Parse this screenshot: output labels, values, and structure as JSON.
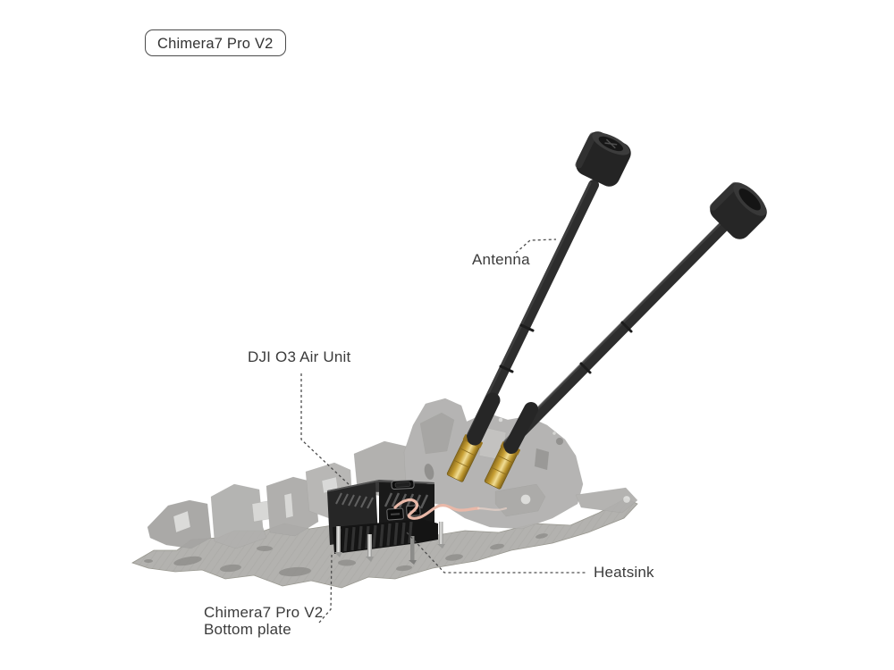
{
  "product": {
    "badge": "Chimera7 Pro V2"
  },
  "callouts": {
    "antenna": {
      "label": "Antenna"
    },
    "air_unit": {
      "label": "DJI O3 Air Unit"
    },
    "heatsink": {
      "label": "Heatsink"
    },
    "bottom_plate": {
      "line1": "Chimera7 Pro V2",
      "line2": "Bottom plate"
    }
  },
  "illustration": {
    "parts": [
      "frame-top-structure",
      "bottom-plate",
      "dji-o3-air-unit",
      "heatsink-fins",
      "standoff-posts",
      "sma-connector-left",
      "sma-connector-right",
      "antenna-left",
      "antenna-right",
      "signal-cable"
    ],
    "colors": {
      "frame_gray": "#b1b0ae",
      "plate_gray": "#b3b2af",
      "unit_black": "#1c1c1c",
      "sma_gold": "#d1a93e",
      "antenna_black": "#2d2d2d",
      "cable_pink": "#e9b8a8",
      "leader_line": "#4d4d4d",
      "label_text": "#3b3b3b"
    }
  }
}
